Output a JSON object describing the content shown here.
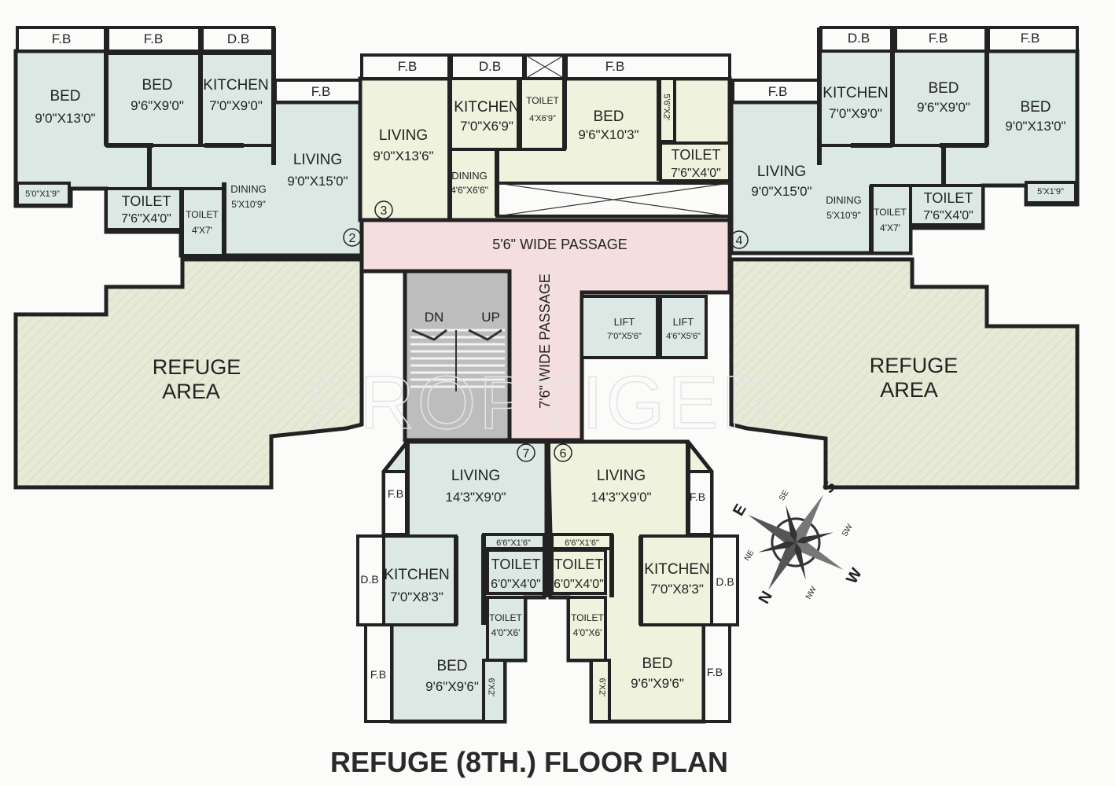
{
  "title": "REFUGE (8TH.) FLOOR PLAN",
  "watermark": "PROPTIGER",
  "colors": {
    "unit_blue": "#dce8e3",
    "unit_yellow": "#eff2dd",
    "passage": "#f5dede",
    "refuge": "#e6ead6",
    "stair": "#bdbdbd",
    "wall": "#222222"
  },
  "unit_numbers": {
    "u2": "2",
    "u3": "3",
    "u4": "4",
    "u7": "7",
    "u6": "6"
  },
  "rooms": {
    "u2_fb1": {
      "name": "F.B"
    },
    "u2_fb2": {
      "name": "F.B"
    },
    "u2_db": {
      "name": "D.B"
    },
    "u2_fb3": {
      "name": "F.B"
    },
    "u2_bed_a": {
      "name": "BED",
      "size": "9'0\"X13'0\""
    },
    "u2_bed_b": {
      "name": "BED",
      "size": "9'6\"X9'0\""
    },
    "u2_kitchen": {
      "name": "KITCHEN",
      "size": "7'0\"X9'0\""
    },
    "u2_living": {
      "name": "LIVING",
      "size": "9'0\"X15'0\""
    },
    "u2_dining": {
      "name": "DINING",
      "size": "5'X10'9\""
    },
    "u2_toilet_a": {
      "name": "TOILET",
      "size": "7'6\"X4'0\""
    },
    "u2_toilet_b": {
      "name": "TOILET",
      "size": "4'X7'"
    },
    "u2_ledge": {
      "name": "5'0\"X1'9\""
    },
    "u3_fb1": {
      "name": "F.B"
    },
    "u3_db": {
      "name": "D.B"
    },
    "u3_fb2": {
      "name": "F.B"
    },
    "u3_living": {
      "name": "LIVING",
      "size": "9'0\"X13'6\""
    },
    "u3_kitchen": {
      "name": "KITCHEN",
      "size": "7'0\"X6'9\""
    },
    "u3_toilet_a": {
      "name": "TOILET",
      "size": "4'X6'9\""
    },
    "u3_bed": {
      "name": "BED",
      "size": "9'6\"X10'3\""
    },
    "u3_ledge": {
      "name": "5'6\"X2'"
    },
    "u3_toilet_b": {
      "name": "TOILET",
      "size": "7'6\"X4'0\""
    },
    "u3_dining": {
      "name": "DINING",
      "size": "4'6\"X6'6\""
    },
    "u4_db": {
      "name": "D.B"
    },
    "u4_fb1": {
      "name": "F.B"
    },
    "u4_fb2": {
      "name": "F.B"
    },
    "u4_fb3": {
      "name": "F.B"
    },
    "u4_kitchen": {
      "name": "KITCHEN",
      "size": "7'0\"X9'0\""
    },
    "u4_bed_b": {
      "name": "BED",
      "size": "9'6\"X9'0\""
    },
    "u4_bed_a": {
      "name": "BED",
      "size": "9'0\"X13'0\""
    },
    "u4_living": {
      "name": "LIVING",
      "size": "9'0\"X15'0\""
    },
    "u4_dining": {
      "name": "DINING",
      "size": "5'X10'9\""
    },
    "u4_toilet_b": {
      "name": "TOILET",
      "size": "4'X7'"
    },
    "u4_toilet_a": {
      "name": "TOILET",
      "size": "7'6\"X4'0\""
    },
    "u4_ledge": {
      "name": "5'X1'9\""
    },
    "u7_living": {
      "name": "LIVING",
      "size": "14'3\"X9'0\""
    },
    "u7_fb": {
      "name": "F.B"
    },
    "u7_db": {
      "name": "D.B"
    },
    "u7_kitchen": {
      "name": "KITCHEN",
      "size": "7'0\"X8'3\""
    },
    "u7_ledge": {
      "name": "6'6\"X1'6\""
    },
    "u7_toilet_a": {
      "name": "TOILET",
      "size": "6'0\"X4'0\""
    },
    "u7_toilet_b": {
      "name": "TOILET",
      "size": "4'0\"X6'"
    },
    "u7_bed": {
      "name": "BED",
      "size": "9'6\"X9'6\""
    },
    "u7_fb2": {
      "name": "F.B"
    },
    "u7_shaft": {
      "name": "6'X2'"
    },
    "u6_living": {
      "name": "LIVING",
      "size": "14'3\"X9'0\""
    },
    "u6_fb": {
      "name": "F.B"
    },
    "u6_db": {
      "name": "D.B"
    },
    "u6_kitchen": {
      "name": "KITCHEN",
      "size": "7'0\"X8'3\""
    },
    "u6_ledge": {
      "name": "6'6\"X1'6\""
    },
    "u6_toilet_a": {
      "name": "TOILET",
      "size": "6'0\"X4'0\""
    },
    "u6_toilet_b": {
      "name": "TOILET",
      "size": "4'0\"X6'"
    },
    "u6_bed": {
      "name": "BED",
      "size": "9'6\"X9'6\""
    },
    "u6_fb2": {
      "name": "F.B"
    },
    "u6_shaft": {
      "name": "6'X2'"
    },
    "passage_h": {
      "name": "5'6\" WIDE PASSAGE"
    },
    "passage_v": {
      "name": "7'6\" WIDE PASSAGE"
    },
    "lift_1": {
      "name": "LIFT",
      "size": "7'0\"X5'6\""
    },
    "lift_2": {
      "name": "LIFT",
      "size": "4'6\"X5'6\""
    },
    "stair": {
      "dn": "DN",
      "up": "UP"
    },
    "refuge_left": {
      "name": "REFUGE",
      "name2": "AREA"
    },
    "refuge_right": {
      "name": "REFUGE",
      "name2": "AREA"
    }
  },
  "compass": {
    "n": "N",
    "e": "E",
    "s": "S",
    "w": "W",
    "ne": "NE",
    "se": "SE",
    "sw": "SW",
    "nw": "NW"
  }
}
